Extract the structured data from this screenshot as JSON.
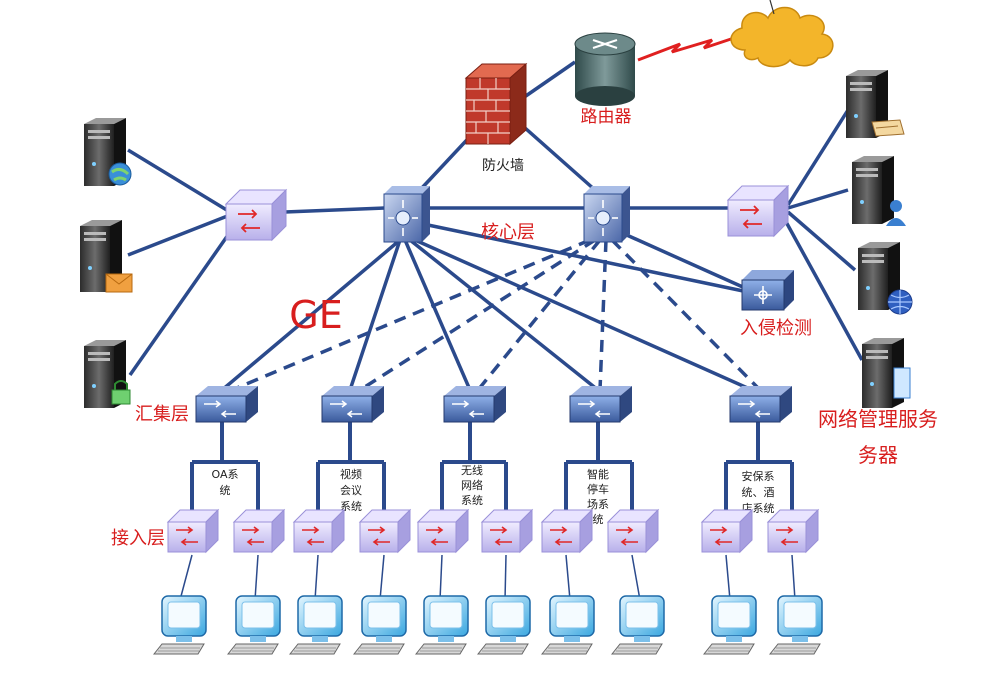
{
  "labels": {
    "router": "路由器",
    "firewall": "防火墙",
    "core": "核心层",
    "ge": "GE",
    "ids": "入侵检测",
    "aggregation": "汇集层",
    "access": "接入层",
    "mgmt_line1": "网络管理服务",
    "mgmt_line2": "务器"
  },
  "systems": [
    {
      "lines": [
        "OA系",
        "统"
      ]
    },
    {
      "lines": [
        "视频",
        "会议",
        "系统"
      ]
    },
    {
      "lines": [
        "无线",
        "网络",
        "系统"
      ]
    },
    {
      "lines": [
        "智能",
        "停车",
        "场系",
        "统"
      ]
    },
    {
      "lines": [
        "安保系",
        "统、酒",
        "店系统"
      ]
    }
  ],
  "colors": {
    "link": "#2b4a8c",
    "label_red": "#d81e1e",
    "switch_blue": "#4a6cae",
    "cloud": "#f3b52a",
    "firewall": "#c0392b"
  },
  "icons": {
    "left_servers": [
      "globe-icon",
      "mail-icon",
      "lock-icon"
    ],
    "right_servers": [
      "document-icon",
      "user-icon",
      "globe-icon",
      "screen-icon"
    ]
  }
}
